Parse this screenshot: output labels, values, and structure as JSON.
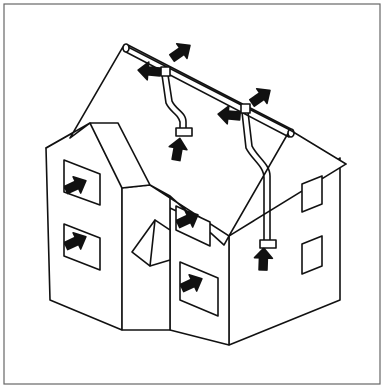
{
  "figure": {
    "stroke_color": "#111111",
    "background_color": "#ffffff",
    "icons": [
      "house-illustration",
      "ventilation-duct",
      "airflow-arrow"
    ]
  }
}
